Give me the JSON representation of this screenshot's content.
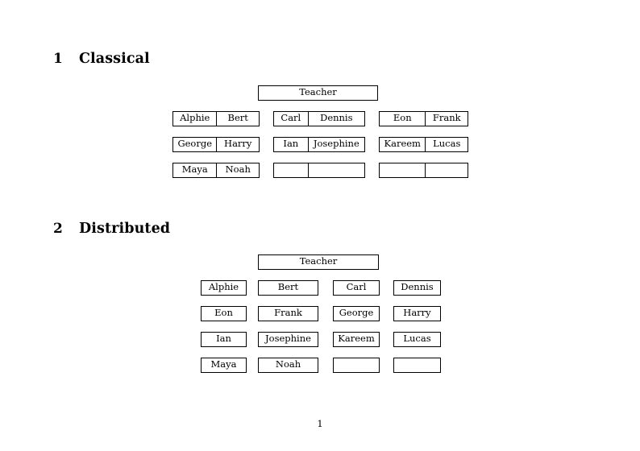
{
  "document": {
    "page_number": "1"
  },
  "sections": [
    {
      "number": "1",
      "title": "Classical",
      "teacher_label": "Teacher",
      "rows": [
        {
          "groups": [
            [
              "Alphie",
              "Bert"
            ],
            [
              "Carl",
              "Dennis"
            ],
            [
              "Eon",
              "Frank"
            ]
          ]
        },
        {
          "groups": [
            [
              "George",
              "Harry"
            ],
            [
              "Ian",
              "Josephine"
            ],
            [
              "Kareem",
              "Lucas"
            ]
          ]
        },
        {
          "groups": [
            [
              "Maya",
              "Noah"
            ],
            [
              "",
              ""
            ],
            [
              "",
              ""
            ]
          ]
        }
      ]
    },
    {
      "number": "2",
      "title": "Distributed",
      "teacher_label": "Teacher",
      "rows": [
        {
          "groups": [
            [
              "Alphie"
            ],
            [
              "Bert"
            ],
            [
              "Carl"
            ],
            [
              "Dennis"
            ]
          ]
        },
        {
          "groups": [
            [
              "Eon"
            ],
            [
              "Frank"
            ],
            [
              "George"
            ],
            [
              "Harry"
            ]
          ]
        },
        {
          "groups": [
            [
              "Ian"
            ],
            [
              "Josephine"
            ],
            [
              "Kareem"
            ],
            [
              "Lucas"
            ]
          ]
        },
        {
          "groups": [
            [
              "Maya"
            ],
            [
              "Noah"
            ],
            [
              ""
            ],
            [
              ""
            ]
          ]
        }
      ]
    }
  ],
  "colors": {
    "page_background": "#ffffff",
    "text": "#000000",
    "border": "#000000"
  }
}
